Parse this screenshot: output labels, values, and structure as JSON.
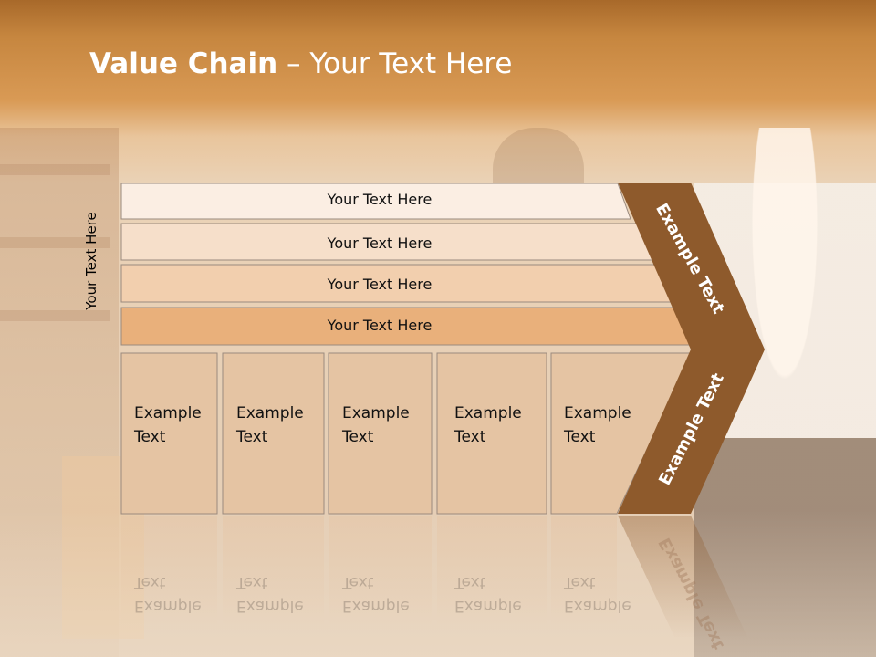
{
  "slide": {
    "title_bold": "Value Chain",
    "title_rest": " – Your Text Here",
    "side_label": "Your Text Here",
    "bars": [
      {
        "label": "Your Text Here",
        "fill": "#fbeee3"
      },
      {
        "label": "Your Text Here",
        "fill": "#f6dfca"
      },
      {
        "label": "Your Text Here",
        "fill": "#f2cfae"
      },
      {
        "label": "Your Text Here",
        "fill": "#e9b07b"
      }
    ],
    "cells": [
      {
        "line1": "Example",
        "line2": "Text"
      },
      {
        "line1": "Example",
        "line2": "Text"
      },
      {
        "line1": "Example",
        "line2": "Text"
      },
      {
        "line1": "Example",
        "line2": "Text"
      },
      {
        "line1": "Example",
        "line2": "Text"
      }
    ],
    "chevron_upper": "Example Text",
    "chevron_lower": "Example Text",
    "colors": {
      "cell_fill": "#e5c4a3",
      "chevron_fill": "#8e5a2c",
      "outline": "#9a8a7e"
    }
  }
}
